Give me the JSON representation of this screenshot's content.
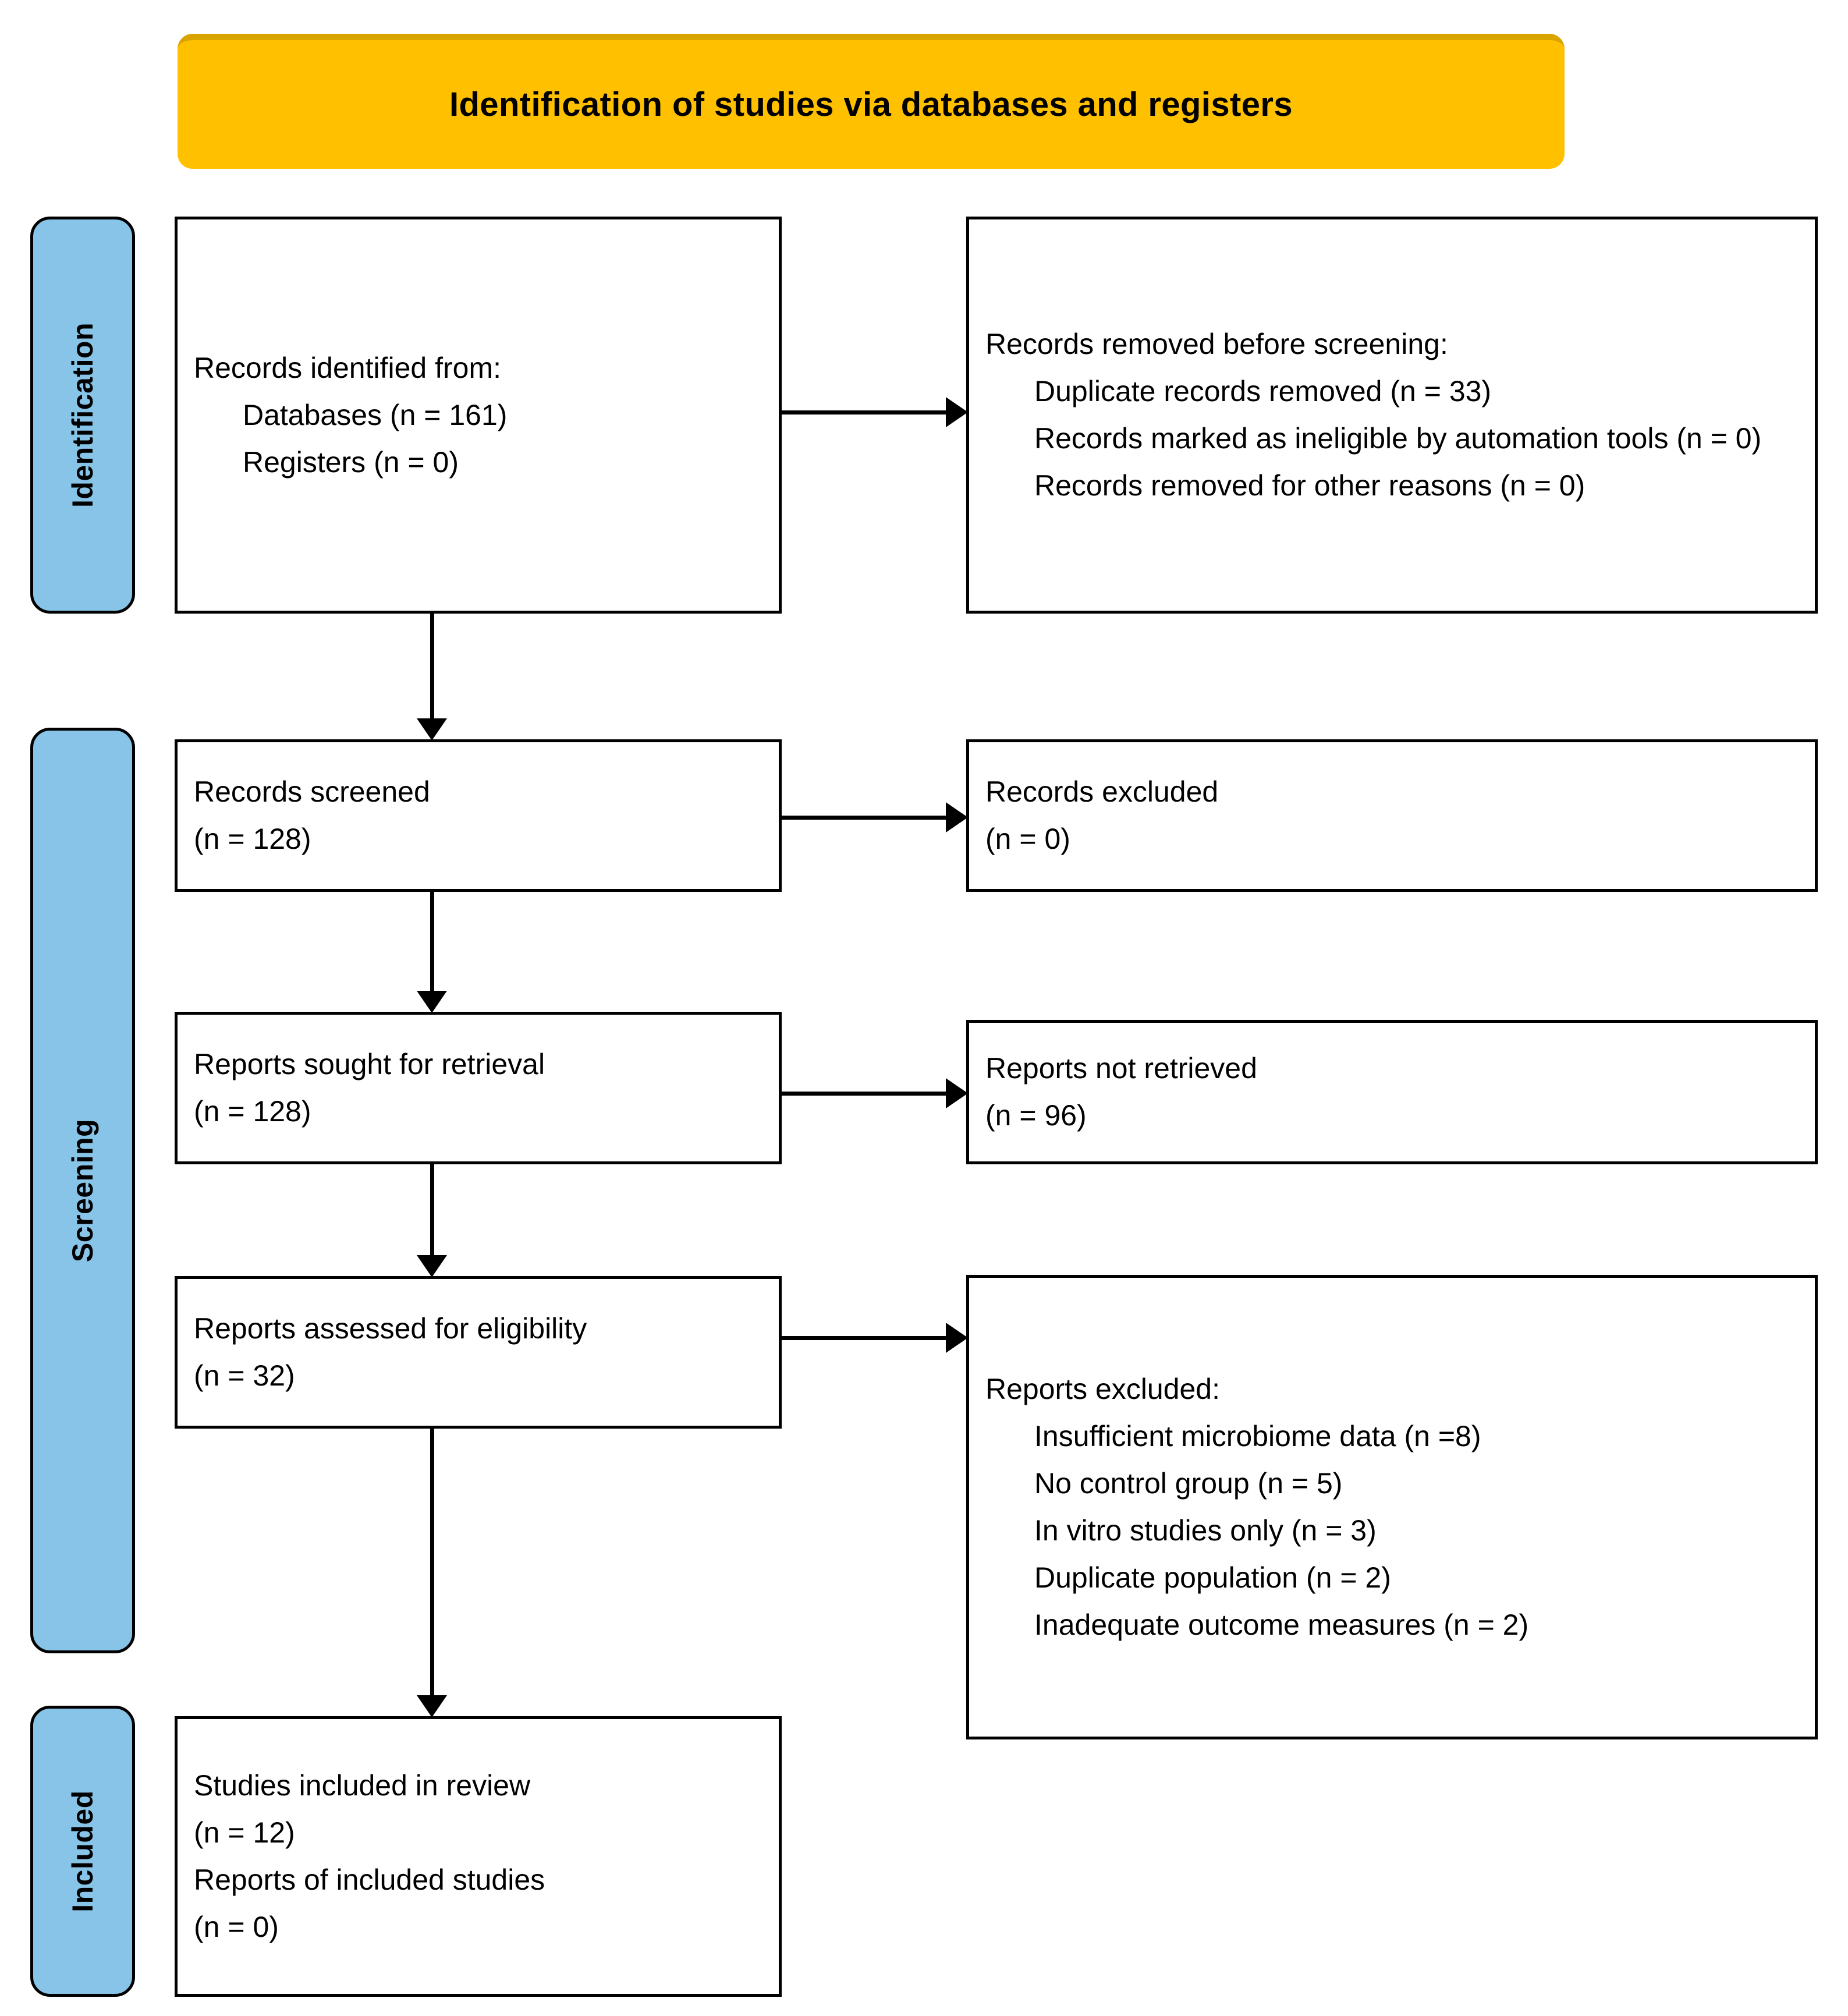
{
  "banner": {
    "title": "Identification of studies via databases and registers"
  },
  "stages": {
    "identification": "Identification",
    "screening": "Screening",
    "included": "Included"
  },
  "boxes": {
    "identified": {
      "title": "Records identified from:",
      "lines": [
        "Databases (n = 161)",
        "Registers (n = 0)"
      ]
    },
    "removed_before_screening": {
      "title": "Records removed before screening:",
      "lines": [
        "Duplicate records removed (n = 33)",
        "Records marked as ineligible by automation tools (n = 0)",
        "Records removed for other reasons (n = 0)"
      ]
    },
    "records_screened": {
      "title": "Records screened",
      "count": "(n = 128)"
    },
    "records_excluded": {
      "title": "Records excluded",
      "count": "(n = 0)"
    },
    "reports_sought": {
      "title": "Reports sought for retrieval",
      "count": "(n = 128)"
    },
    "reports_not_retrieved": {
      "title": "Reports not retrieved",
      "count": "(n = 96)"
    },
    "reports_assessed": {
      "title": "Reports assessed for eligibility",
      "count": "(n = 32)"
    },
    "reports_excluded": {
      "title": "Reports excluded:",
      "reasons": [
        "Insufficient microbiome data (n =8)",
        "No control group (n = 5)",
        "In vitro studies only (n = 3)",
        "Duplicate population (n = 2)",
        "Inadequate outcome measures (n = 2)"
      ]
    },
    "included": {
      "studies_title": "Studies included in review",
      "studies_count": "(n = 12)",
      "reports_title": "Reports of included studies",
      "reports_count": "(n = 0)"
    }
  },
  "colors": {
    "banner_fill": "#FFC000",
    "banner_border": "#D9A300",
    "stage_fill": "#88C4E8",
    "box_border": "#000000",
    "box_fill": "#FFFFFF"
  }
}
